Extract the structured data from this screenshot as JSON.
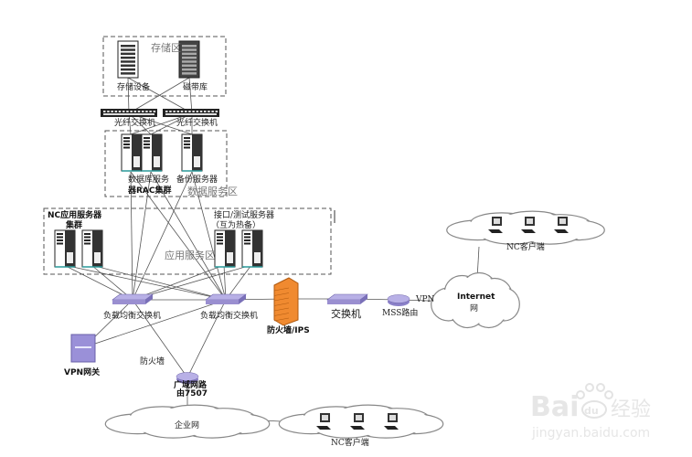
{
  "zones": {
    "storage": "存储区",
    "data_service": "数据服务区",
    "app_service": "应用服务区"
  },
  "nodes": {
    "storage_device": "存储设备",
    "tape_library": "磁带库",
    "fiber_switch_1": "光纤交换机",
    "fiber_switch_2": "光纤交换机",
    "db_server_line1": "数据库服务",
    "db_server_line2": "器RAC集群",
    "backup_server": "备份服务器",
    "nc_app_line1": "NC应用服务器",
    "nc_app_line2": "集群",
    "interface_line1": "接口/测试服务器",
    "interface_line2": "（互为热备）",
    "lb_switch_1": "负载均衡交换机",
    "lb_switch_2": "负载均衡交换机",
    "firewall_ips": "防火墙/IPS",
    "switch": "交换机",
    "mss_router": "MSS路由",
    "vpn_link": "VPN",
    "internet_line1": "Internet",
    "internet_line2": "网",
    "nc_client_top": "NC客户端",
    "vpn_gateway": "VPN网关",
    "firewall": "防火墙",
    "wan_router_line1": "广域网路",
    "wan_router_line2": "由7507",
    "enterprise_net": "企业网",
    "nc_client_bottom": "NC客户端"
  },
  "watermark": {
    "brand": "Bai",
    "brand2": "du",
    "product": "经验",
    "url": "jingyan.baidu.com"
  },
  "colors": {
    "switch": "#9a8fd0",
    "firewall": "#f08a30",
    "zone_border": "#555555",
    "line": "#555555"
  }
}
